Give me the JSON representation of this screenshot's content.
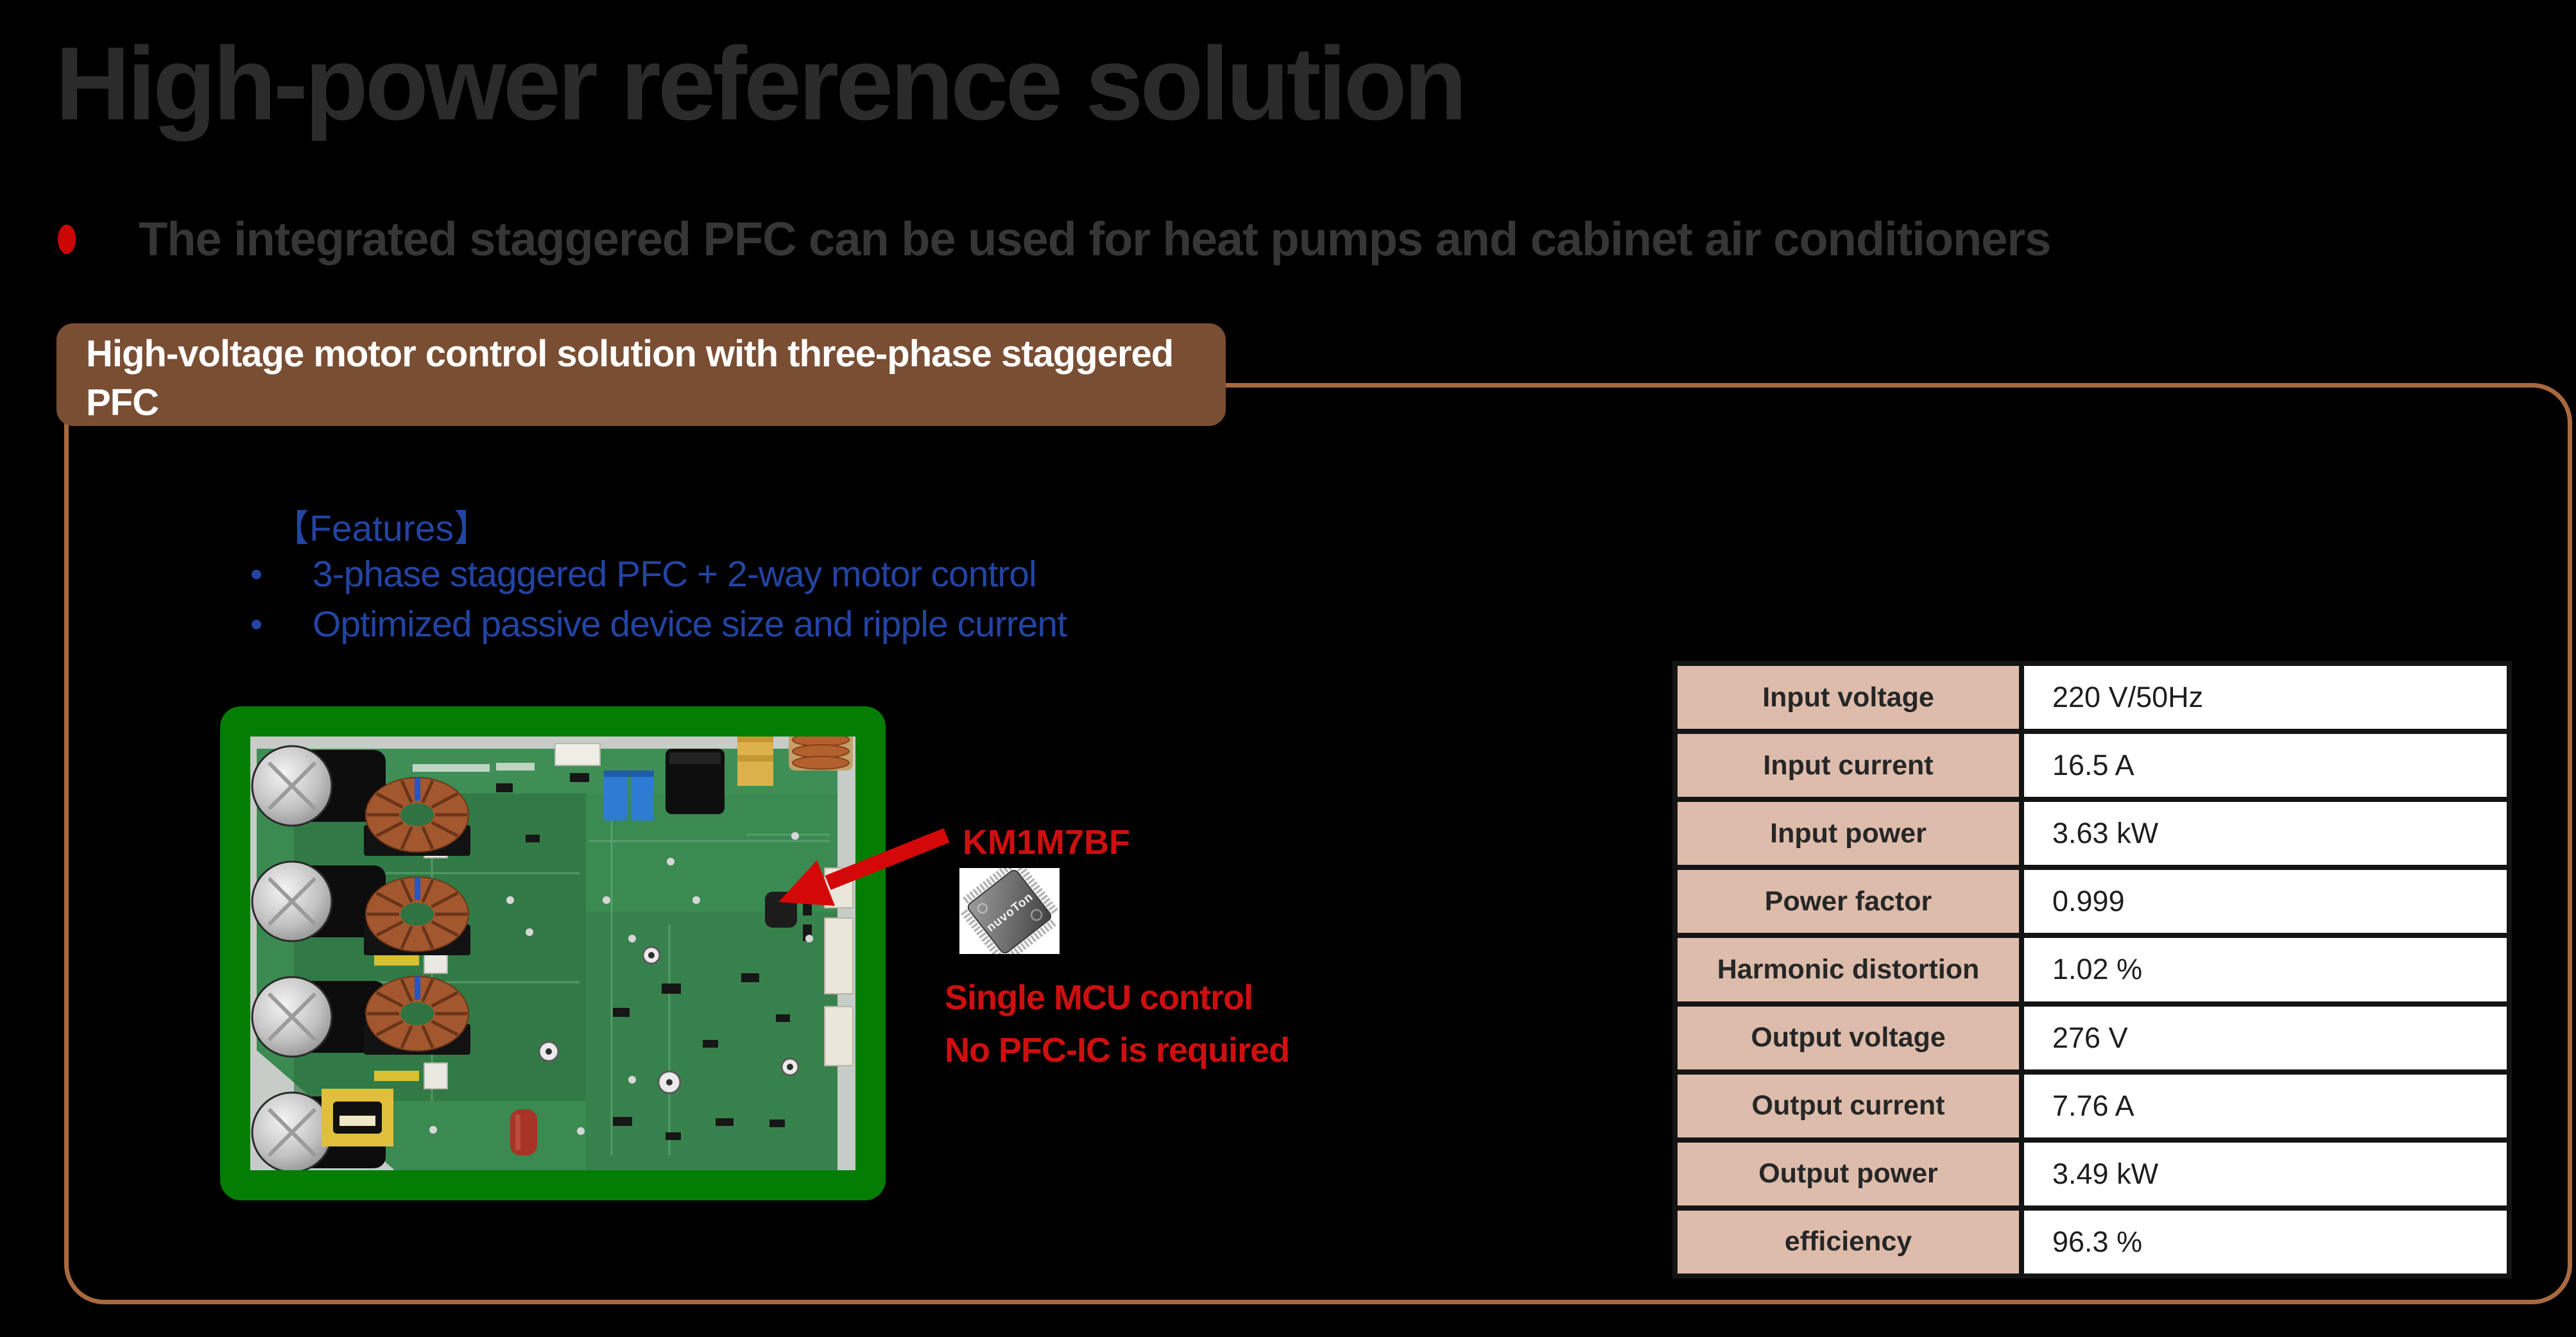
{
  "slide": {
    "title": "High-power reference solution",
    "bullet_text": "The integrated staggered PFC can be used for heat pumps and cabinet air conditioners"
  },
  "panel": {
    "header": "High-voltage motor control solution with three-phase staggered PFC",
    "features_heading": "【Features】",
    "features": [
      "3-phase staggered PFC + 2-way motor control",
      "Optimized passive device size and ripple current"
    ],
    "callout": {
      "chip_label": "KM1M7BF",
      "chip_brand": "nuvoTon",
      "note_line1": "Single MCU control",
      "note_line2": "No PFC-IC is required"
    }
  },
  "table": {
    "rows": [
      {
        "label": "Input voltage",
        "value": "220 V/50Hz"
      },
      {
        "label": "Input current",
        "value": "16.5 A"
      },
      {
        "label": "Input power",
        "value": "3.63 kW"
      },
      {
        "label": "Power factor",
        "value": "0.999"
      },
      {
        "label": "Harmonic distortion",
        "value": "1.02 %"
      },
      {
        "label": "Output voltage",
        "value": "276 V"
      },
      {
        "label": "Output current",
        "value": "7.76 A"
      },
      {
        "label": "Output power",
        "value": "3.49 kW"
      },
      {
        "label": "efficiency",
        "value": "96.3 %"
      }
    ]
  },
  "colors": {
    "background": "#000000",
    "title_gray": "#2b2b2b",
    "accent_brown": "#7a4e33",
    "panel_border": "#a8693f",
    "feature_blue": "#2344a3",
    "callout_red": "#cf0f0f",
    "table_label_bg": "#ddbcab",
    "pcb_frame_green": "#047d04"
  }
}
